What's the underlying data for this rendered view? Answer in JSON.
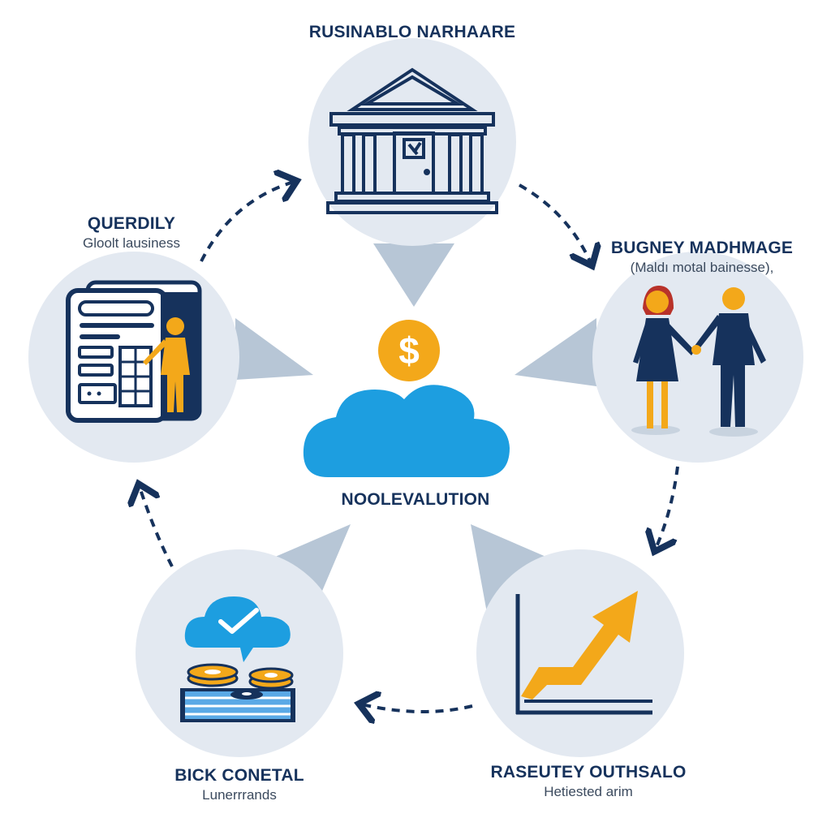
{
  "diagram": {
    "center": {
      "label": "NOOLEVALUTION",
      "symbol": "$"
    },
    "nodes": {
      "top": {
        "title": "RUSINABLO NARHAARE",
        "subtitle": ""
      },
      "left": {
        "title": "QUERDILY",
        "subtitle": "Gloolt lausiness"
      },
      "right": {
        "title": "BUGNEY MADHMAGE",
        "subtitle": "(Maldı motal bainesse),"
      },
      "bottom_left": {
        "title": "BICK CONETAL",
        "subtitle": "Lunerrrands"
      },
      "bottom_right": {
        "title": "RASEUTEY OUTHSALO",
        "subtitle": "Hetiested arim"
      }
    },
    "colors": {
      "navy": "#16325c",
      "circle_fill": "#e3e9f1",
      "pointer": "#b7c6d6",
      "cloud": "#1d9ee0",
      "gold": "#f3a81a",
      "red_hair": "#b8322a"
    }
  }
}
